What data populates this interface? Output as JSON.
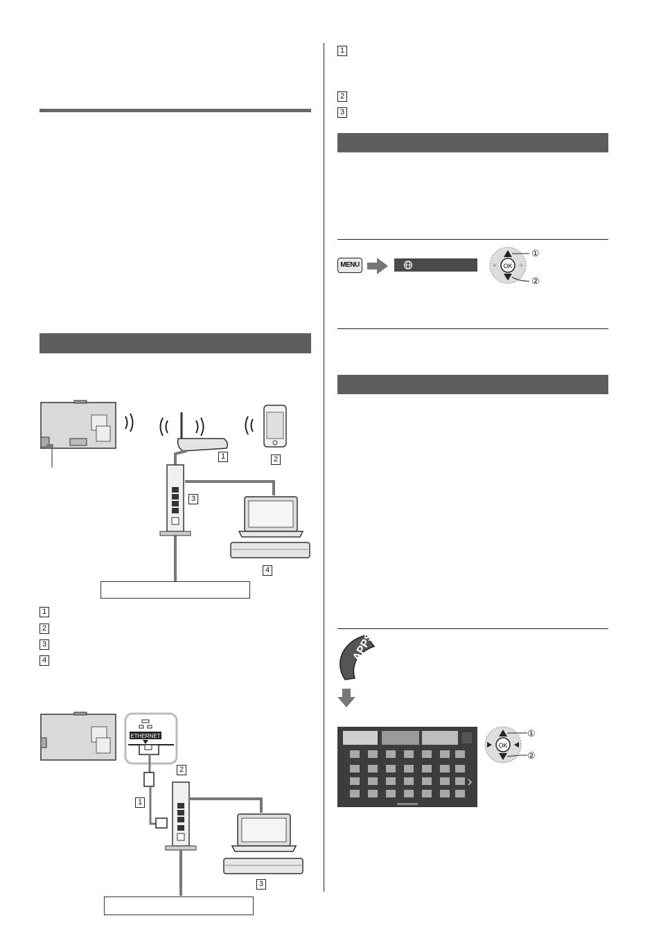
{
  "markers": {
    "right_top": [
      "1",
      "2",
      "3"
    ],
    "wireless_diagram": [
      "1",
      "2",
      "3",
      "4"
    ],
    "wired_diagram": [
      "1",
      "2",
      "3"
    ],
    "list_left": [
      "1",
      "2",
      "3",
      "4"
    ]
  },
  "menu_key_label": "MENU",
  "ok_label": "OK",
  "circled": {
    "one": "①",
    "two": "②"
  },
  "apps_label": "APPS",
  "ethernet_label": "ETHERNET",
  "colors": {
    "section_bar": "#5e5e5e",
    "rule": "#666666"
  }
}
